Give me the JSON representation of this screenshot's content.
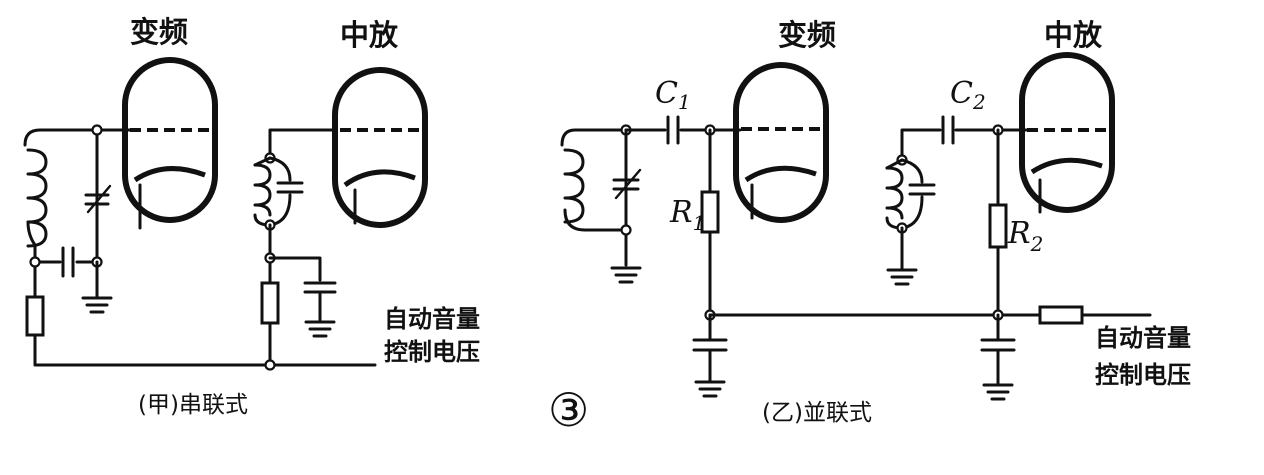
{
  "left": {
    "tube1_label": "变频",
    "tube2_label": "中放",
    "agc_line1": "自动音量",
    "agc_line2": "控制电压",
    "caption": "(甲)串联式"
  },
  "figure_number": "③",
  "right": {
    "tube1_label": "变频",
    "tube2_label": "中放",
    "c1_label": "C",
    "c1_sub": "1",
    "c2_label": "C",
    "c2_sub": "2",
    "r1_label": "R",
    "r1_sub": "1",
    "r2_label": "R",
    "r2_sub": "2",
    "agc_line1": "自动音量",
    "agc_line2": "控制电压",
    "caption": "(乙)並联式"
  }
}
